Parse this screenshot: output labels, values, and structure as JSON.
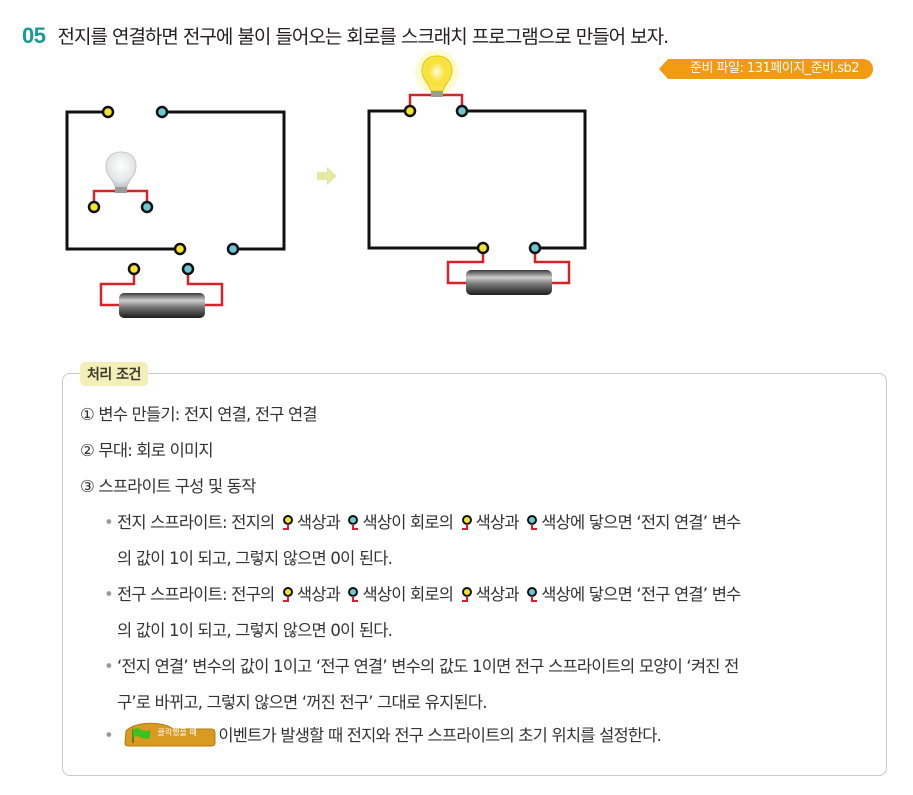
{
  "question": {
    "number": "05",
    "text": "전지를 연결하면 전구에 불이 들어오는 회로를 스크래치 프로그램으로 만들어 보자."
  },
  "prep_file": {
    "label": "준비 파일: 131페이지_준비.sb2"
  },
  "colors": {
    "accent_teal": "#1a9a96",
    "badge_orange": "#f29a12",
    "label_bg": "#f2f0b8",
    "wire_black": "#111111",
    "wire_red": "#d8222a",
    "pin_yellow": "#f5e52a",
    "pin_blue": "#6cc6d4",
    "arrow": "#e6eaa0"
  },
  "diagram": {
    "before": {
      "bulb": "off-bulb-icon",
      "battery": "battery-icon"
    },
    "after": {
      "bulb": "lit-bulb-icon",
      "battery": "battery-icon"
    },
    "arrow": "right-arrow-icon"
  },
  "conditions": {
    "label": "처리 조건",
    "items": [
      "① 변수 만들기: 전지 연결, 전구 연결",
      "② 무대: 회로 이미지",
      "③ 스프라이트 구성 및 동작"
    ],
    "bullets": {
      "b1_a": "전지 스프라이트: 전지의",
      "b1_b": "색상과",
      "b1_c": "색상이 회로의",
      "b1_d": "색상과",
      "b1_e": "색상에 닿으면 ‘전지 연결’ 변수",
      "b1_line2": "의 값이 1이 되고, 그렇지 않으면 0이 된다.",
      "b2_a": "전구 스프라이트: 전구의",
      "b2_b": "색상과",
      "b2_c": "색상이 회로의",
      "b2_d": "색상과",
      "b2_e": "색상에 닿으면 ‘전구 연결’ 변수",
      "b2_line2": "의 값이 1이 되고, 그렇지 않으면 0이 된다.",
      "b3_line1": "‘전지 연결’ 변수의 값이 1이고 ‘전구 연결’ 변수의 값도 1이면 전구 스프라이트의 모양이 ‘켜진 전",
      "b3_line2": "구’로 바뀌고, 그렇지 않으면 ‘꺼진 전구’ 그대로 유지된다.",
      "b4_block": "클릭했을 때",
      "b4_text": "이벤트가 발생할 때 전지와 전구 스프라이트의 초기 위치를 설정한다."
    }
  }
}
